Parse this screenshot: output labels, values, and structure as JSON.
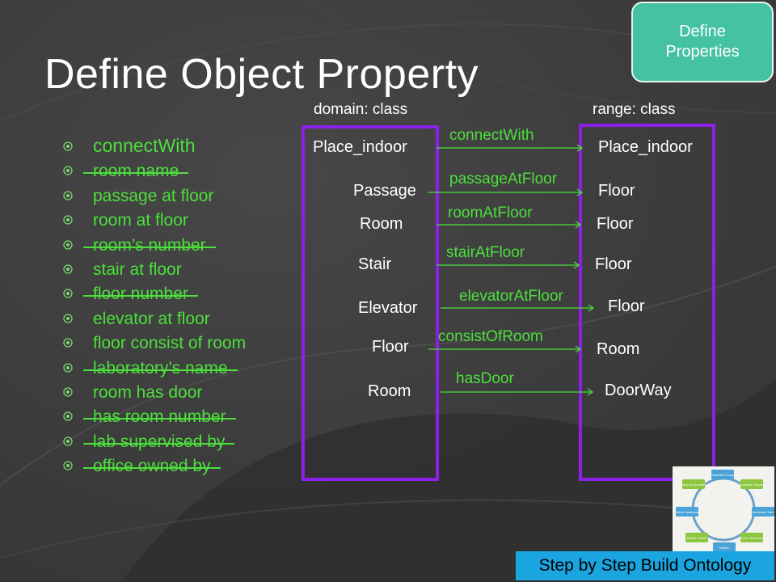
{
  "slide": {
    "title": "Define Object Property",
    "badge": "Define\nProperties",
    "domain_header": "domain: class",
    "range_header": "range: class",
    "footer": "Step by Step Build Ontology"
  },
  "bullets": [
    {
      "text": "connectWith",
      "struck": false
    },
    {
      "text": "room name",
      "struck": true
    },
    {
      "text": "passage at floor",
      "struck": false
    },
    {
      "text": "room at floor",
      "struck": false
    },
    {
      "text": "room’s number",
      "struck": true
    },
    {
      "text": "stair at floor",
      "struck": false
    },
    {
      "text": "floor number",
      "struck": true
    },
    {
      "text": "elevator at floor",
      "struck": false
    },
    {
      "text": "floor consist of room",
      "struck": false
    },
    {
      "text": "laboratory’s name",
      "struck": true
    },
    {
      "text": "room has door",
      "struck": false
    },
    {
      "text": "has room number",
      "struck": true
    },
    {
      "text": "lab supervised by",
      "struck": true
    },
    {
      "text": "office owned by",
      "struck": true
    }
  ],
  "properties": [
    {
      "domain": "Place_indoor",
      "property": "connectWith",
      "range": "Place_indoor"
    },
    {
      "domain": "Passage",
      "property": "passageAtFloor",
      "range": "Floor"
    },
    {
      "domain": "Room",
      "property": "roomAtFloor",
      "range": "Floor"
    },
    {
      "domain": "Stair",
      "property": "stairAtFloor",
      "range": "Floor"
    },
    {
      "domain": "Elevator",
      "property": "elevatorAtFloor",
      "range": "Floor"
    },
    {
      "domain": "Floor",
      "property": "consistOfRoom",
      "range": "Room"
    },
    {
      "domain": "Room",
      "property": "hasDoor",
      "range": "DoorWay"
    }
  ],
  "cycle_thumbnail": {
    "steps": [
      "Determine Scope",
      "Consider Reuse",
      "Enumerate Terms",
      "Define Taxonomy",
      "Define",
      "Define Facets",
      "Define Instances",
      "Check for Anomalies"
    ]
  },
  "colors": {
    "background": "#3f3f3f",
    "bullet_text": "#4ddf3c",
    "box_border": "#8d20e6",
    "badge": "#45c1a3",
    "footer": "#1aa5e0"
  }
}
